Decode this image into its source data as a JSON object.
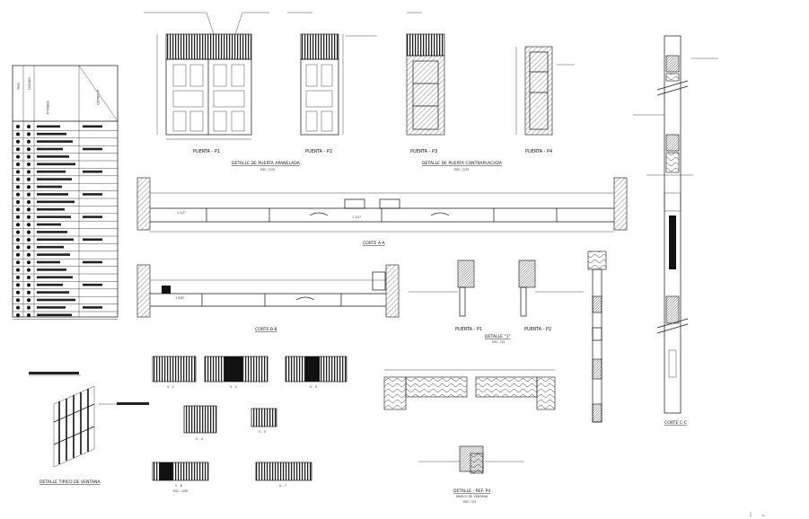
{
  "legend_table": {
    "header_left": "TIPO",
    "header_mid": "CODIGO",
    "header_a": "SIMBOLO",
    "header_b": "ACABADO"
  },
  "elevations": {
    "p1_label": "PUERTA - P1",
    "p2_label": "PUERTA - P2",
    "p3_label": "PUERTA - P3",
    "p4_label": "PUERTA - P4",
    "detail_a_title": "DETALLE DE PUERTA APANELADA",
    "detail_a_scale": "ESC. 1/25",
    "detail_b_title": "DETALLE DE PUERTA CONTRAPLACADA",
    "detail_b_scale": "ESC. 1/25"
  },
  "sections": {
    "corte_a": "CORTE A-A",
    "corte_b": "CORTE B-B",
    "corte_c": "CORTE C-C",
    "detalle_1": "DETALLE \"1\"",
    "detalle_1_scale": "ESC. 1/5",
    "det_p1": "PUERTA - P1",
    "det_p2": "PUERTA - P2",
    "dim_1": "1 1/2\"",
    "dim_2": "1 1/2\"",
    "dim_3": "1 3/8\""
  },
  "windows": {
    "v1": "V - 1",
    "v2": "V - 2",
    "v3": "V - 3",
    "v4": "V - 4",
    "v5": "V - 5",
    "v6": "V - 6",
    "v7": "V - 7",
    "scale": "ESC. 1/50",
    "reja_title": "DETALLE TIPICO DE VENTANA",
    "det_ref_title": "DETALLE - REF. P4",
    "det_ref_sub": "MARCO DE VENTANA",
    "det_ref_scale": "ESC. 1/5"
  }
}
